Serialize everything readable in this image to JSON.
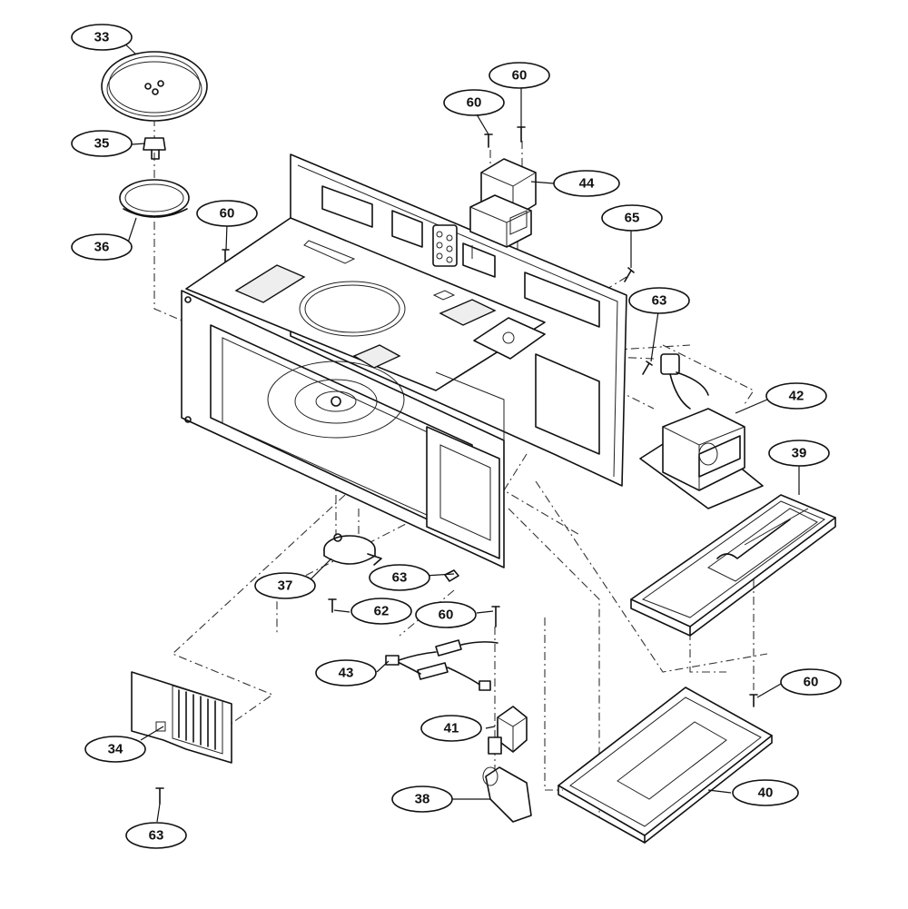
{
  "callouts": [
    {
      "id": "c33a",
      "label": "33"
    },
    {
      "id": "c35",
      "label": "35"
    },
    {
      "id": "c36",
      "label": "36"
    },
    {
      "id": "c60a",
      "label": "60"
    },
    {
      "id": "c60b",
      "label": "60"
    },
    {
      "id": "c60c",
      "label": "60"
    },
    {
      "id": "c44",
      "label": "44"
    },
    {
      "id": "c65",
      "label": "65"
    },
    {
      "id": "c63a",
      "label": "63"
    },
    {
      "id": "c42",
      "label": "42"
    },
    {
      "id": "c39",
      "label": "39"
    },
    {
      "id": "c37",
      "label": "37"
    },
    {
      "id": "c63b",
      "label": "63"
    },
    {
      "id": "c62",
      "label": "62"
    },
    {
      "id": "c60d",
      "label": "60"
    },
    {
      "id": "c43",
      "label": "43"
    },
    {
      "id": "c60e",
      "label": "60"
    },
    {
      "id": "c34",
      "label": "34"
    },
    {
      "id": "c41",
      "label": "41"
    },
    {
      "id": "c38",
      "label": "38"
    },
    {
      "id": "c40",
      "label": "40"
    },
    {
      "id": "c63c",
      "label": "63"
    }
  ]
}
